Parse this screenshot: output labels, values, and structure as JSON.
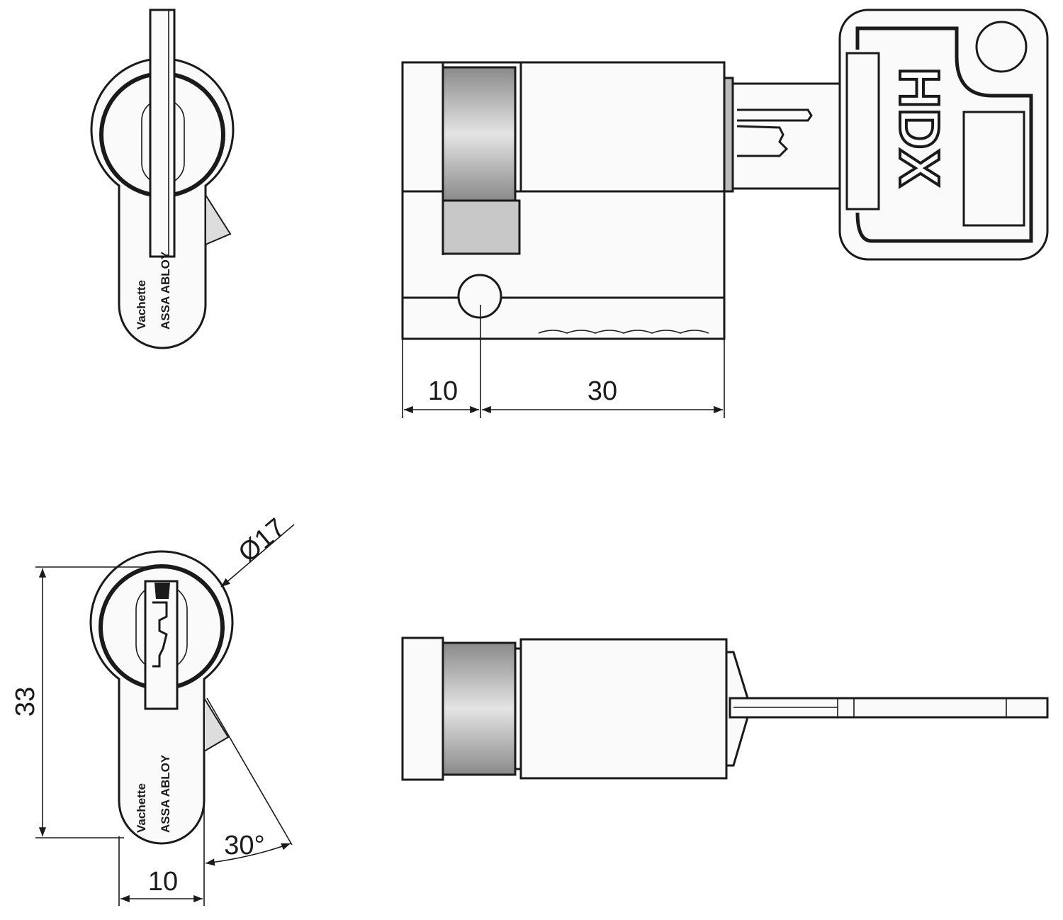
{
  "drawing": {
    "top_view": {
      "dim_flange": "10",
      "dim_body": "30"
    },
    "front_view": {
      "dim_height": "33",
      "dim_width": "10",
      "dim_diameter": "Ø17",
      "dim_angle": "30°"
    },
    "brand": {
      "name": "Vachette",
      "group": "ASSA ABLOY"
    },
    "key_logo": "HDX"
  }
}
